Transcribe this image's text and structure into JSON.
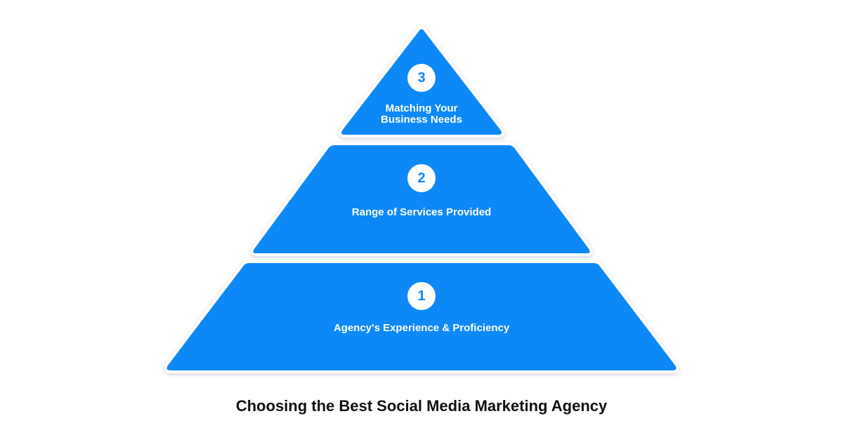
{
  "diagram": {
    "type": "pyramid",
    "title": "Choosing the Best Social Media Marketing Agency",
    "fill_color": "#0a88f7",
    "text_color": "#ffffff",
    "tiers": [
      {
        "number": "3",
        "label_line1": "Matching Your",
        "label_line2": "Business Needs"
      },
      {
        "number": "2",
        "label": "Range of Services Provided"
      },
      {
        "number": "1",
        "label": "Agency's Experience & Proficiency"
      }
    ]
  }
}
